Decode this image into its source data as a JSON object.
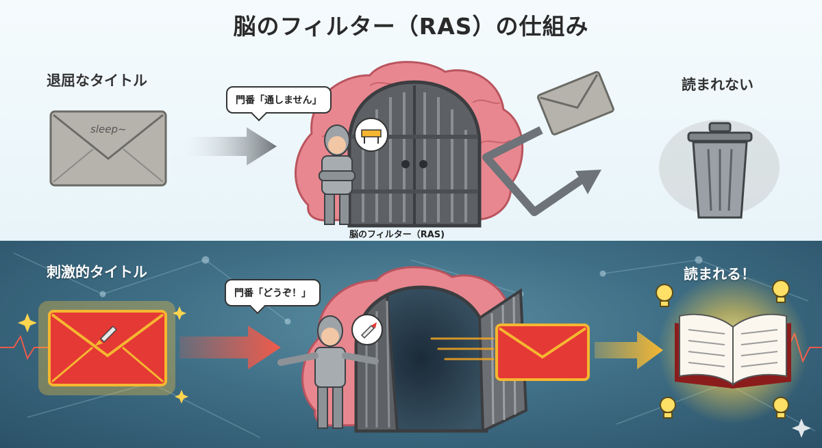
{
  "title": "脳のフィルター（RAS）の仕組み",
  "top": {
    "left_label": "退屈なタイトル",
    "envelope_text": "sleep~",
    "guard_speech": "門番「通しません」",
    "right_label": "読まれない",
    "filter_caption": "脳のフィルター（RAS)"
  },
  "bottom": {
    "left_label": "刺激的タイトル",
    "guard_speech": "門番「どうぞ！」",
    "right_label": "読まれる！"
  },
  "colors": {
    "brain": "#e8878f",
    "gate": "#6b6e72",
    "red_envelope": "#e53935",
    "gold": "#f5b731",
    "arrow_gray": "#6d7378",
    "arrow_red": "#ef5a4a"
  },
  "icons": [
    "envelope-icon",
    "brain-icon",
    "gate-icon",
    "guard-icon",
    "barrier-icon",
    "trash-icon",
    "rocket-icon",
    "book-icon",
    "lightbulb-icon",
    "sparkle-icon"
  ]
}
